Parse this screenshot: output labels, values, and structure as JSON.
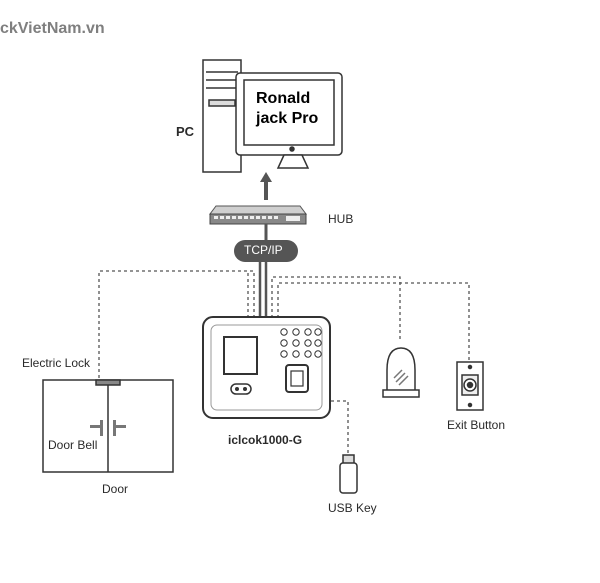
{
  "watermark": "ckVietNam.vn",
  "pc": {
    "label": "PC",
    "screen_line1": "Ronald",
    "screen_line2": "jack Pro"
  },
  "hub": {
    "label": "HUB"
  },
  "protocol": {
    "label": "TCP/IP"
  },
  "device": {
    "label": "iclcok1000-G"
  },
  "peripherals": {
    "electric_lock": "Electric Lock",
    "door_bell": "Door Bell",
    "door": "Door",
    "usb_key": "USB Key",
    "exit_button": "Exit Button"
  }
}
